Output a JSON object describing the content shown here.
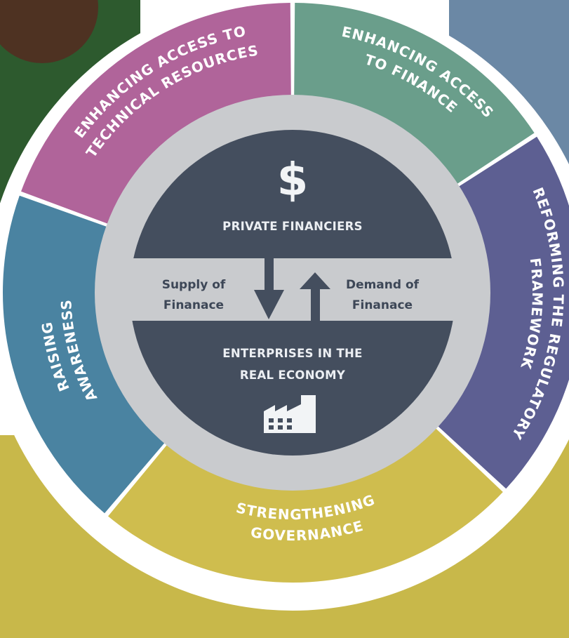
{
  "colors": {
    "background_olive": "#c8b84a",
    "outer_ring": "#ffffff",
    "technical": "#b0649a",
    "finance": "#6a9e8b",
    "regulatory": "#5d5f92",
    "governance": "#cfbd4e",
    "awareness": "#4a83a1",
    "inner_ring": "#c9cbce",
    "center_dark": "#444e5e"
  },
  "segments": [
    {
      "id": "technical",
      "lines": [
        "ENHANCING ACCESS TO",
        "TECHNICAL RESOURCES"
      ]
    },
    {
      "id": "finance",
      "lines": [
        "ENHANCING ACCESS",
        "TO FINANCE"
      ]
    },
    {
      "id": "regulatory",
      "lines": [
        "REFORMING THE REGULATORY",
        "FRAMEWORK"
      ]
    },
    {
      "id": "governance",
      "lines": [
        "STRENGTHENING",
        "GOVERNANCE"
      ]
    },
    {
      "id": "awareness",
      "lines": [
        "RAISING",
        "AWARENESS"
      ]
    }
  ],
  "center": {
    "top_icon": "dollar-icon",
    "top_icon_glyph": "$",
    "top_title": "PRIVATE FINANCIERS",
    "bottom_title_1": "ENTERPRISES IN THE",
    "bottom_title_2": "REAL ECONOMY",
    "bottom_icon": "factory-icon",
    "left_label_1": "Supply of",
    "left_label_2": "Finanace",
    "right_label_1": "Demand of",
    "right_label_2": "Finanace"
  }
}
